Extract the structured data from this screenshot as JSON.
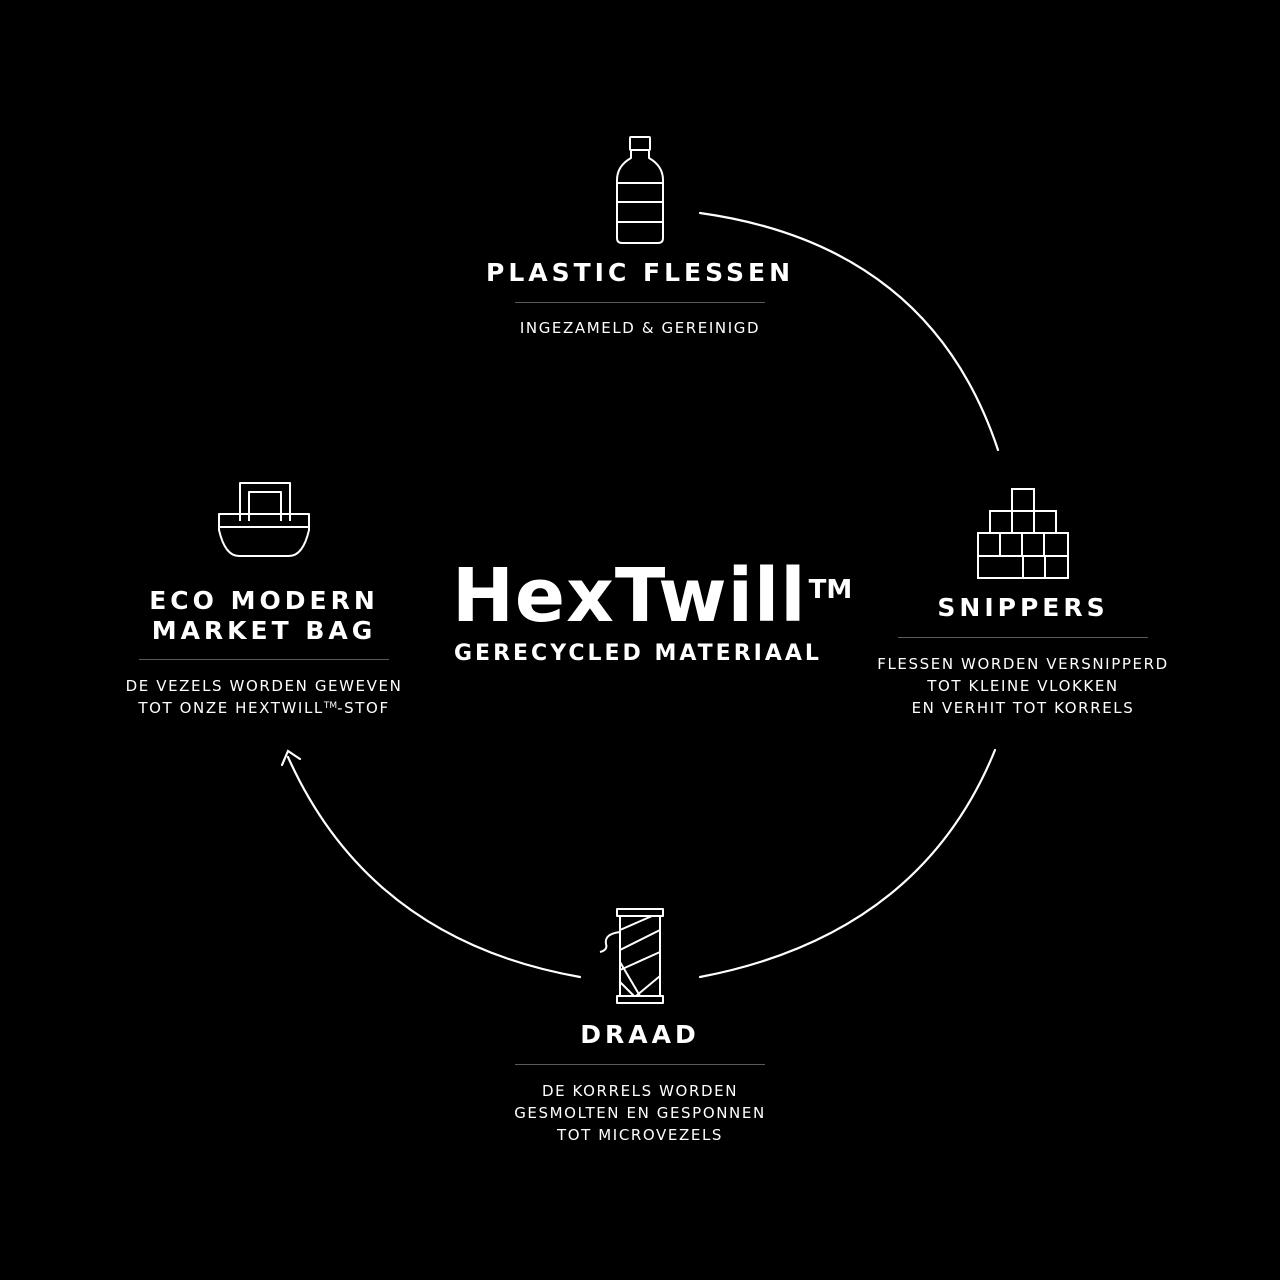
{
  "center": {
    "brand": "HexTwill",
    "trademark": "TM",
    "subtitle": "GERECYCLED MATERIAAL"
  },
  "steps": [
    {
      "icon": "bottle-icon",
      "title": "PLASTIC FLESSEN",
      "desc": [
        "INGEZAMELD & GEREINIGD"
      ]
    },
    {
      "icon": "blocks-icon",
      "title": "SNIPPERS",
      "desc": [
        "FLESSEN WORDEN VERSNIPPERD",
        "TOT KLEINE VLOKKEN",
        "EN VERHIT TOT KORRELS"
      ]
    },
    {
      "icon": "thread-spool-icon",
      "title": "DRAAD",
      "desc": [
        "DE KORRELS WORDEN",
        "GESMOLTEN EN GESPONNEN",
        "TOT MICROVEZELS"
      ]
    },
    {
      "icon": "tote-bag-icon",
      "title_lines": [
        "ECO MODERN",
        "MARKET BAG"
      ],
      "desc_line1": "DE VEZELS WORDEN GEWEVEN",
      "desc_line2_pre": "TOT ONZE HEXTWILL",
      "desc_line2_tm": "TM",
      "desc_line2_post": "-STOF"
    }
  ],
  "colors": {
    "background": "#000000",
    "foreground": "#ffffff",
    "divider": "#5a5a5a"
  }
}
